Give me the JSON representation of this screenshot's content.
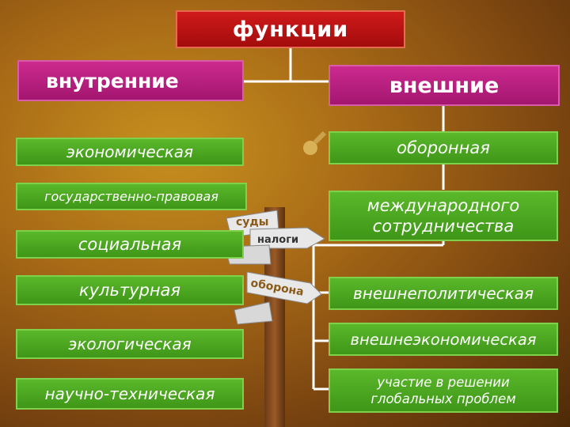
{
  "title": "функции",
  "internal": {
    "header": "внутренние",
    "items": [
      "экономическая",
      "государственно-правовая",
      "социальная",
      "культурная",
      "экологическая",
      "научно-техническая"
    ]
  },
  "external": {
    "header": "внешние",
    "items": [
      "оборонная",
      "международного сотрудничества",
      "внешнеполитическая",
      "внешнеэкономическая",
      "участие в решении глобальных проблем"
    ]
  },
  "signpost": [
    "суды",
    "налоги",
    "оборона"
  ],
  "colors": {
    "title": "#b8100f",
    "header": "#b81f7c",
    "item": "#4ea622",
    "connector": "#ffffff"
  }
}
